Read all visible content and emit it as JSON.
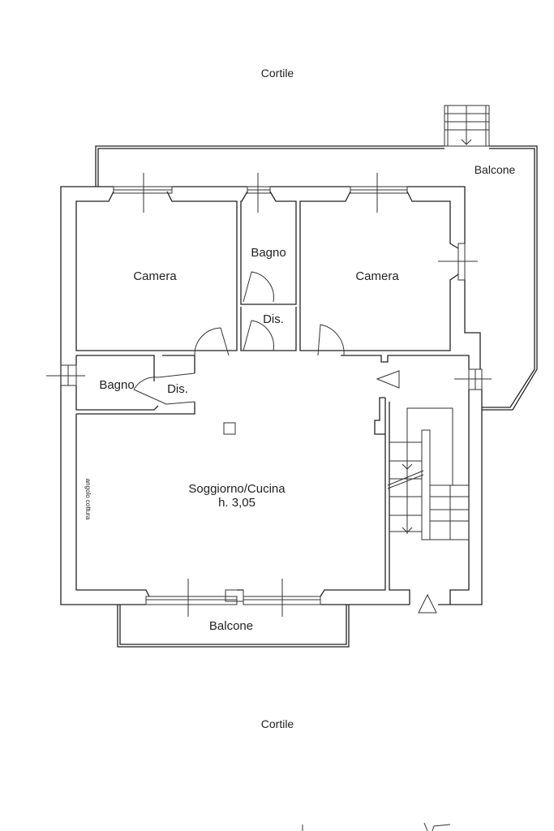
{
  "labels": {
    "cortile_top": "Cortile",
    "balcone_top": "Balcone",
    "camera_left": "Camera",
    "bagno_top": "Bagno",
    "camera_right": "Camera",
    "dis_top": "Dis.",
    "bagno_left": "Bagno",
    "dis_left": "Dis.",
    "soggiorno": "Soggiorno/Cucina",
    "height": "h. 3,05",
    "angolo_cottura": "angolo cottura",
    "balcone_bottom": "Balcone",
    "cortile_bottom": "Cortile"
  }
}
